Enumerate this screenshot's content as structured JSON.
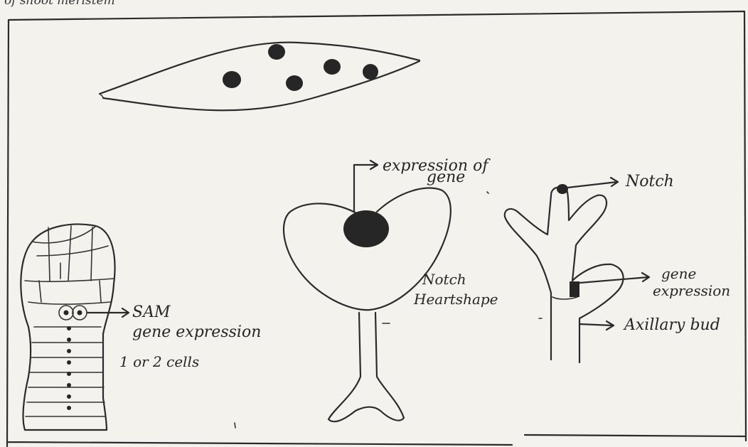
{
  "header_fragment": "of shoot meristem",
  "labels": {
    "expression_of": "expression of",
    "gene_top": "gene",
    "notch_right": "Notch",
    "sam": "SAM",
    "gene_expression_left": "gene expression",
    "one_or_two_cells": "1 or 2 cells",
    "notch_mid": "Notch",
    "heartshape": "Heartshape",
    "gene_right": "gene",
    "expression_right": "expression",
    "axillary_bud": "Axillary bud"
  }
}
